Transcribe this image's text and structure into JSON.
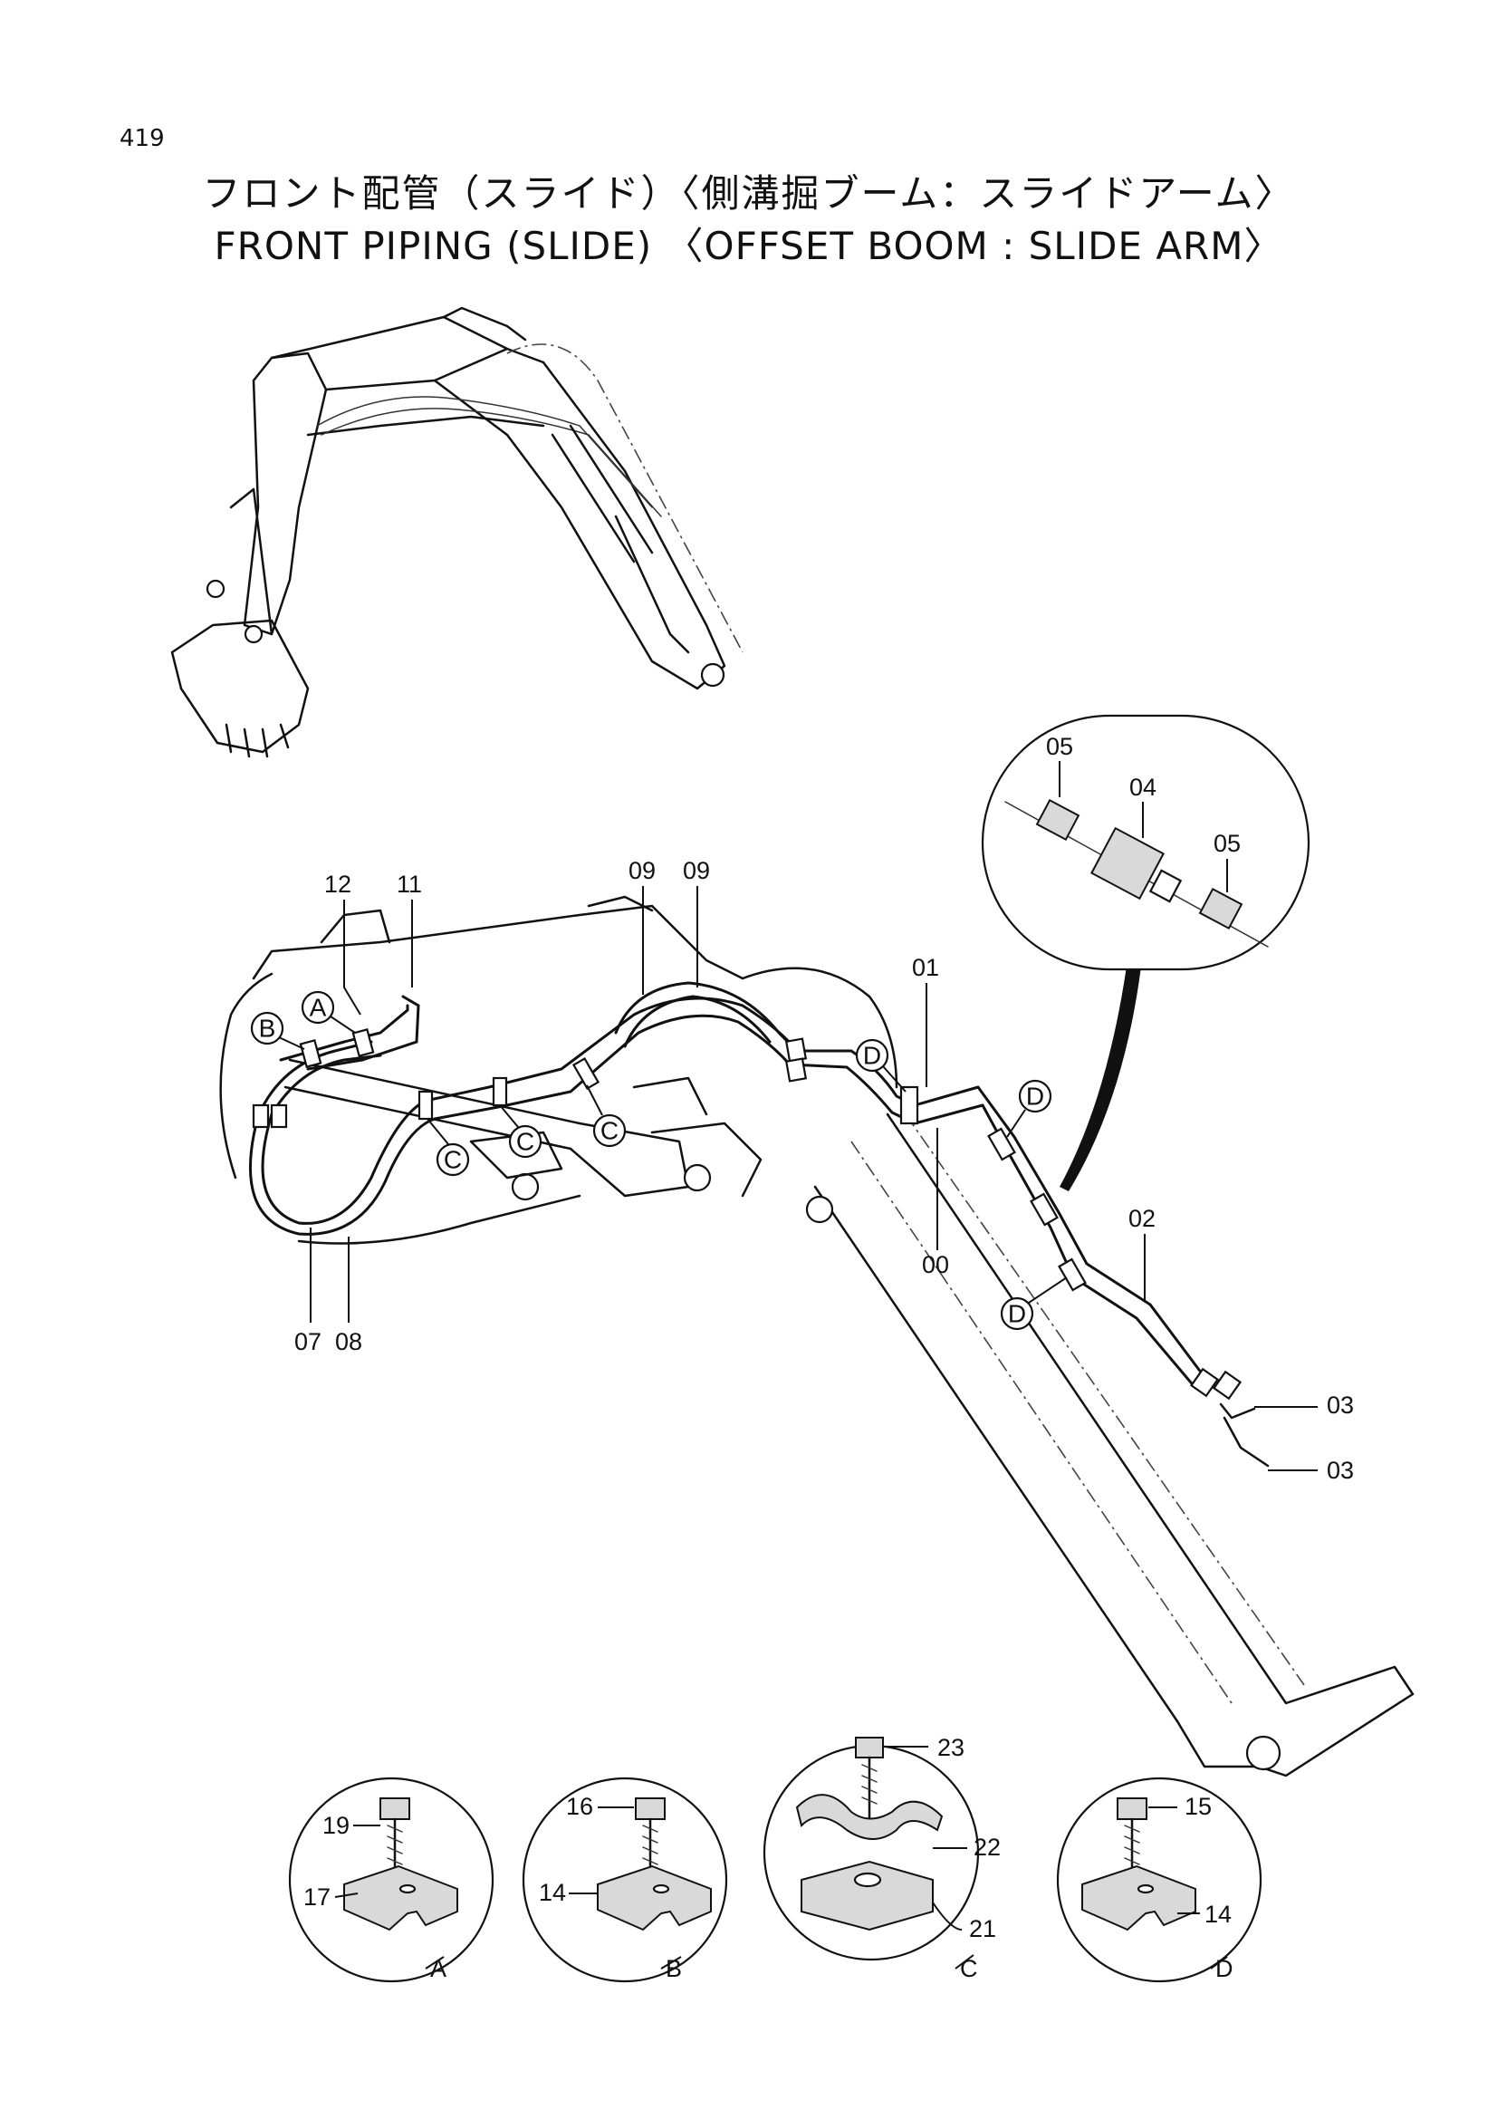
{
  "page_number": "419",
  "title_jp": "フロント配管（スライド）〈側溝掘ブーム：スライドアーム〉",
  "title_en": "FRONT  PIPING  (SLIDE) 〈OFFSET  BOOM : SLIDE ARM〉",
  "main_parts": {
    "p00": "00",
    "p01": "01",
    "p02": "02",
    "p03a": "03",
    "p03b": "03",
    "p07": "07",
    "p08": "08",
    "p09a": "09",
    "p09b": "09",
    "p11": "11",
    "p12": "12"
  },
  "inset_joint": {
    "p04": "04",
    "p05a": "05",
    "p05b": "05"
  },
  "callouts": {
    "a": "A",
    "b": "B",
    "c1": "C",
    "c2": "C",
    "c3": "C",
    "d1": "D",
    "d2": "D",
    "d3": "D"
  },
  "detail_a": {
    "letter": "A",
    "bolt": "19",
    "clamp": "17"
  },
  "detail_b": {
    "letter": "B",
    "bolt": "16",
    "clamp": "14"
  },
  "detail_c": {
    "letter": "C",
    "bolt": "23",
    "plate": "22",
    "block": "21"
  },
  "detail_d": {
    "letter": "D",
    "bolt": "15",
    "clamp": "14"
  }
}
